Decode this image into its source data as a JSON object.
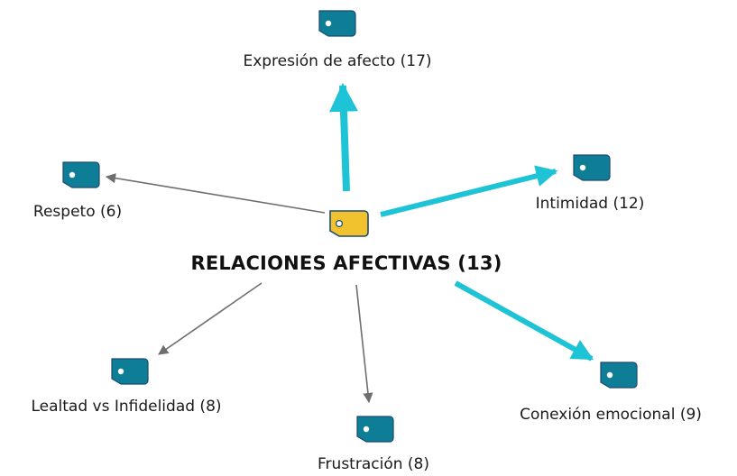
{
  "colors": {
    "node_tag_fill": "#0e7d96",
    "center_tag_fill": "#f2c12e",
    "tag_outline": "#1d4a73",
    "strong_edge": "#1ec3d6",
    "weak_edge": "#6e6e6e"
  },
  "center": {
    "label": "RELACIONES AFECTIVAS (13)",
    "icon": "tag-icon"
  },
  "nodes": [
    {
      "id": "expresion",
      "label": "Expresión de afecto (17)",
      "edge": "strong",
      "icon": "tag-icon"
    },
    {
      "id": "intimidad",
      "label": "Intimidad (12)",
      "edge": "strong",
      "icon": "tag-icon"
    },
    {
      "id": "respeto",
      "label": "Respeto (6)",
      "edge": "weak",
      "icon": "tag-icon"
    },
    {
      "id": "lealtad",
      "label": "Lealtad vs Infidelidad (8)",
      "edge": "weak",
      "icon": "tag-icon"
    },
    {
      "id": "frustracion",
      "label": "Frustración (8)",
      "edge": "weak",
      "icon": "tag-icon"
    },
    {
      "id": "conexion",
      "label": "Conexión emocional (9)",
      "edge": "strong",
      "icon": "tag-icon"
    }
  ]
}
